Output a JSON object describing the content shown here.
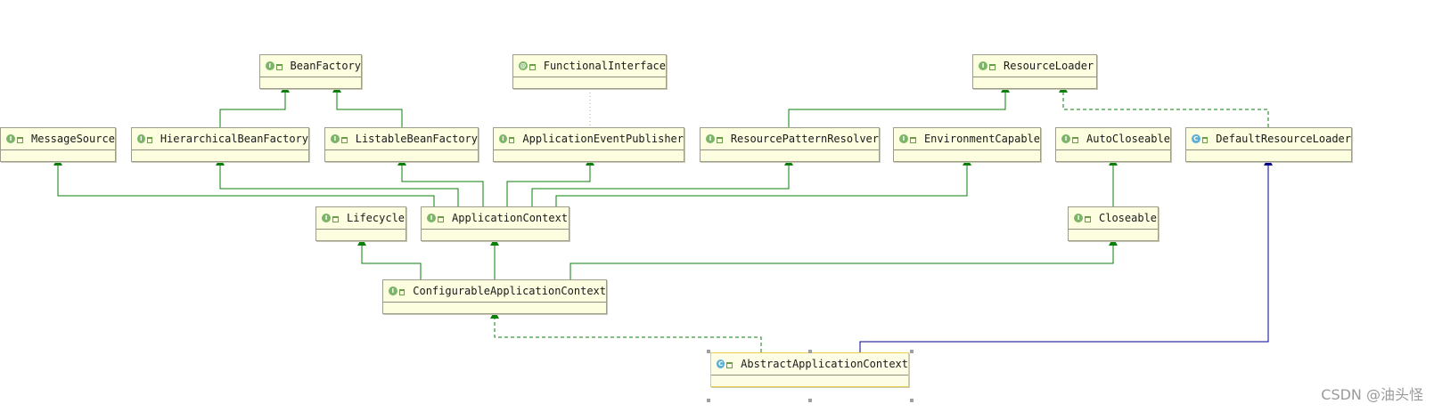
{
  "colors": {
    "extends": "#0a7f0a",
    "class_extends": "#00008b",
    "interface_badge": "#7cb567",
    "annotation_badge": "#7cb567",
    "class_badge": "#5dafd6"
  },
  "nodes": [
    {
      "id": "bf",
      "name": "BeanFactory",
      "kind": "interface",
      "badge": "I"
    },
    {
      "id": "fi",
      "name": "FunctionalInterface",
      "kind": "annotation",
      "badge": "@"
    },
    {
      "id": "rl",
      "name": "ResourceLoader",
      "kind": "interface",
      "badge": "I"
    },
    {
      "id": "ms",
      "name": "MessageSource",
      "kind": "interface",
      "badge": "I"
    },
    {
      "id": "hbf",
      "name": "HierarchicalBeanFactory",
      "kind": "interface",
      "badge": "I"
    },
    {
      "id": "lbf",
      "name": "ListableBeanFactory",
      "kind": "interface",
      "badge": "I"
    },
    {
      "id": "aep",
      "name": "ApplicationEventPublisher",
      "kind": "interface",
      "badge": "I"
    },
    {
      "id": "rpr",
      "name": "ResourcePatternResolver",
      "kind": "interface",
      "badge": "I"
    },
    {
      "id": "ec",
      "name": "EnvironmentCapable",
      "kind": "interface",
      "badge": "I"
    },
    {
      "id": "ac",
      "name": "AutoCloseable",
      "kind": "interface",
      "badge": "I"
    },
    {
      "id": "drl",
      "name": "DefaultResourceLoader",
      "kind": "class",
      "badge": "C"
    },
    {
      "id": "lc",
      "name": "Lifecycle",
      "kind": "interface",
      "badge": "I"
    },
    {
      "id": "actx",
      "name": "ApplicationContext",
      "kind": "interface",
      "badge": "I"
    },
    {
      "id": "cl",
      "name": "Closeable",
      "kind": "interface",
      "badge": "I"
    },
    {
      "id": "cac",
      "name": "ConfigurableApplicationContext",
      "kind": "interface",
      "badge": "I"
    },
    {
      "id": "aac",
      "name": "AbstractApplicationContext",
      "kind": "class",
      "badge": "C",
      "selected": true
    }
  ],
  "watermark": "CSDN @油头怪"
}
